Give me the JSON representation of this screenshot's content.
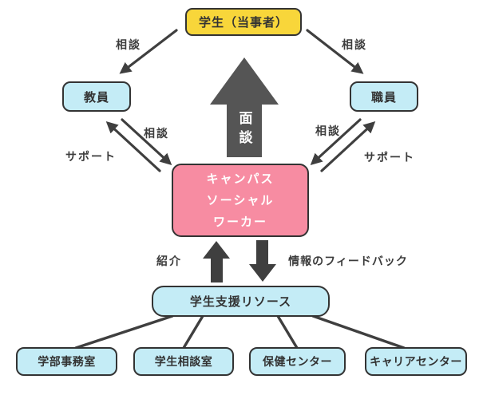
{
  "nodes": {
    "student": {
      "label": "学生（当事者）"
    },
    "teacher": {
      "label": "教員"
    },
    "staff": {
      "label": "職員"
    },
    "csw": {
      "label": "キャンパス\nソーシャル\nワーカー"
    },
    "resources": {
      "label": "学生支援リソース"
    },
    "faculty_office": {
      "label": "学部事務室"
    },
    "counseling_room": {
      "label": "学生相談室"
    },
    "health_center": {
      "label": "保健センター"
    },
    "career_center": {
      "label": "キャリアセンター"
    }
  },
  "edge_labels": {
    "student_to_teacher": "相談",
    "student_to_staff": "相談",
    "teacher_to_csw": "相談",
    "csw_to_teacher": "サポート",
    "staff_to_csw": "相談",
    "csw_to_staff": "サポート",
    "interview": "面談",
    "referral": "紹介",
    "feedback": "情報のフィードバック"
  },
  "colors": {
    "background": "#ffffff",
    "student_fill": "#f8d63a",
    "node_fill": "#c4ecf6",
    "csw_fill": "#f78ca2",
    "csw_text": "#ffffff",
    "border": "#333333",
    "arrow": "#3f3f3f",
    "big_arrow": "#555555",
    "label_text": "#3c3c3c"
  }
}
